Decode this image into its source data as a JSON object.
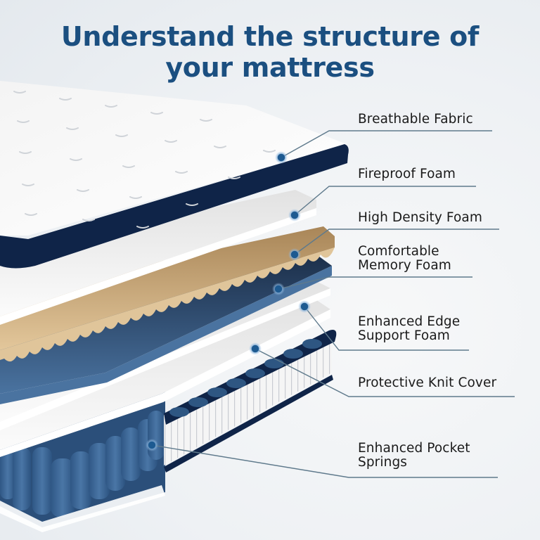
{
  "title": {
    "line1": "Understand the structure of",
    "line2": "your mattress",
    "color": "#1b4f80"
  },
  "layers": [
    {
      "id": "breathable-fabric",
      "label_lines": [
        "Breathable Fabric"
      ],
      "color": "#ffffff"
    },
    {
      "id": "fireproof-foam",
      "label_lines": [
        "Fireproof Foam"
      ],
      "color": "#f2f2f2"
    },
    {
      "id": "high-density-foam",
      "label_lines": [
        "High Density Foam"
      ],
      "color": "#dcc094"
    },
    {
      "id": "comfortable-memory-foam",
      "label_lines": [
        "Comfortable",
        "Memory Foam"
      ],
      "color": "#3e6796"
    },
    {
      "id": "enhanced-edge-support-foam",
      "label_lines": [
        "Enhanced Edge",
        "Support Foam"
      ],
      "color": "#f0f0f0"
    },
    {
      "id": "protective-knit-cover",
      "label_lines": [
        "Protective Knit Cover"
      ],
      "color": "#0f2448"
    },
    {
      "id": "enhanced-pocket-springs",
      "label_lines": [
        "Enhanced Pocket",
        "Springs"
      ],
      "color": "#3a6595"
    }
  ],
  "colors": {
    "leader_line": "#5f7a8c",
    "marker_dot": "#1d5a91",
    "navy_border": "#0f2448"
  }
}
